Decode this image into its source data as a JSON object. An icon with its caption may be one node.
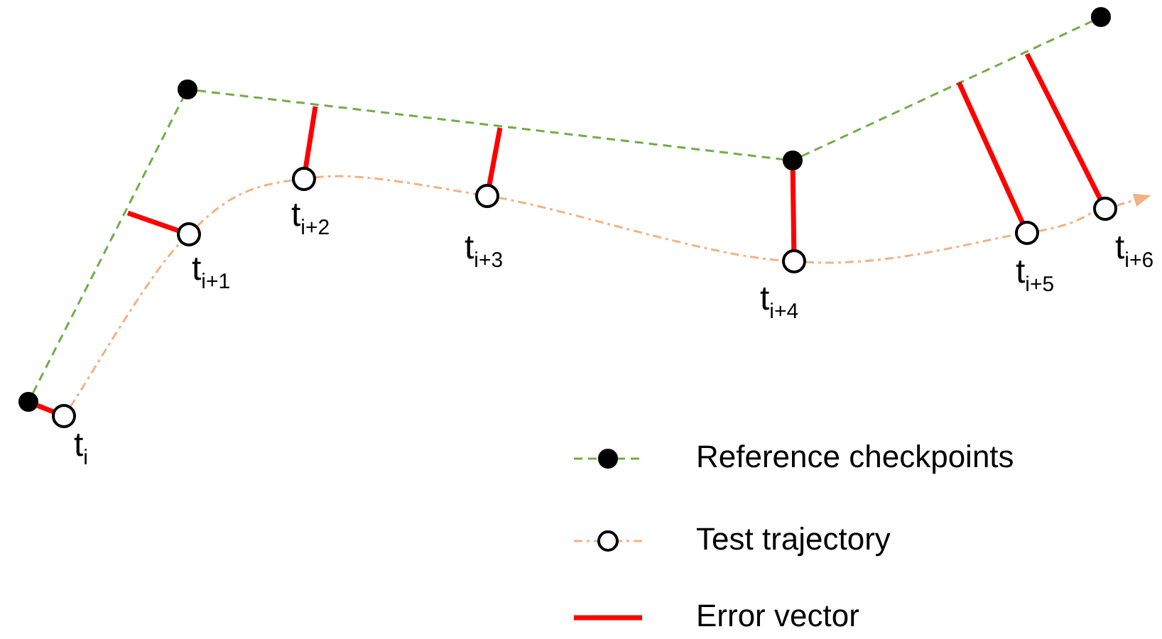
{
  "diagram": {
    "nodes": [
      {
        "text": [],
        "shape": "circle"
      },
      {
        "text": [],
        "shape": "circle"
      },
      {
        "text": [],
        "shape": "circle"
      },
      {
        "text": [],
        "shape": "circle"
      },
      {
        "text": [],
        "shape": "circle",
        "beside": [
          "t$_{i}$"
        ]
      },
      {
        "text": [],
        "shape": "circle",
        "beside": [
          "t$_{i+1}$"
        ]
      },
      {
        "text": [],
        "shape": "circle",
        "beside": [
          "t$_{i+2}$"
        ]
      },
      {
        "text": [],
        "shape": "circle",
        "beside": [
          "t$_{i+3}$"
        ]
      },
      {
        "text": [],
        "shape": "circle",
        "beside": [
          "t$_{i+4}$"
        ]
      },
      {
        "text": [],
        "shape": "circle",
        "beside": [
          "t$_{i+5}$"
        ]
      },
      {
        "text": [],
        "shape": "circle",
        "beside": [
          "t$_{i+6}$"
        ]
      }
    ],
    "edges": [
      {
        "from": 0,
        "to": 1,
        "arrow": "none",
        "style": "dashed",
        "color": "#70ad47"
      },
      {
        "from": 1,
        "to": 2,
        "arrow": "none",
        "style": "dashed",
        "color": "#70ad47"
      },
      {
        "from": 2,
        "to": 3,
        "arrow": "none",
        "style": "dashed",
        "color": "#70ad47"
      },
      {
        "from": 4,
        "to": 5,
        "arrow": "none",
        "style": "dashed",
        "color": "#f4b183"
      },
      {
        "from": 5,
        "to": 6,
        "arrow": "none",
        "style": "dashed",
        "color": "#f4b183"
      },
      {
        "from": 6,
        "to": 7,
        "arrow": "none",
        "style": "dashed",
        "color": "#f4b183"
      },
      {
        "from": 7,
        "to": 8,
        "arrow": "none",
        "style": "dashed",
        "color": "#f4b183"
      },
      {
        "from": 8,
        "to": 9,
        "arrow": "none",
        "style": "dashed",
        "color": "#f4b183"
      },
      {
        "from": 9,
        "to": 10,
        "arrow": "none",
        "style": "dashed",
        "color": "#f4b183"
      },
      {
        "from": 10,
        "to": null,
        "arrow": "to",
        "style": "dashed",
        "color": "#f4b183"
      },
      {
        "from": 4,
        "to": 0,
        "arrow": "none",
        "style": "thick",
        "color": "#ff0000"
      },
      {
        "from": 5,
        "to": null,
        "arrow": "none",
        "style": "thick",
        "color": "#ff0000"
      },
      {
        "from": 6,
        "to": null,
        "arrow": "none",
        "style": "thick",
        "color": "#ff0000"
      },
      {
        "from": 7,
        "to": null,
        "arrow": "none",
        "style": "thick",
        "color": "#ff0000"
      },
      {
        "from": 8,
        "to": 2,
        "arrow": "none",
        "style": "thick",
        "color": "#ff0000"
      },
      {
        "from": 9,
        "to": null,
        "arrow": "none",
        "style": "thick",
        "color": "#ff0000"
      },
      {
        "from": 10,
        "to": null,
        "arrow": "none",
        "style": "thick",
        "color": "#ff0000"
      }
    ],
    "legend": [
      {
        "text": "Reference checkpoints"
      },
      {
        "text": "Test trajectory"
      },
      {
        "text": "Error vector"
      }
    ]
  }
}
